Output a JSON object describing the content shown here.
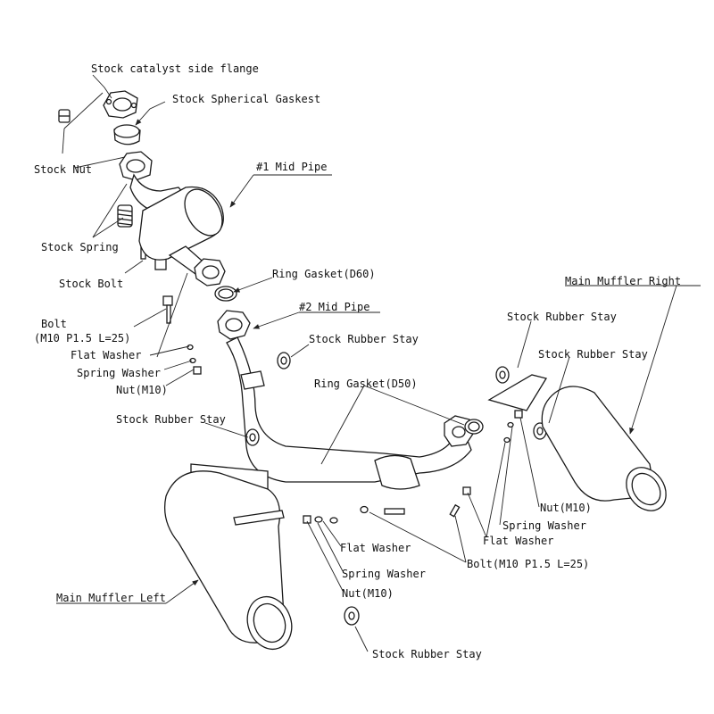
{
  "labels": {
    "catalyst_flange": "Stock catalyst side flange",
    "spherical_gasket": "Stock Spherical Gaskest",
    "stock_nut": "Stock Nut",
    "mid_pipe_1": "#1 Mid Pipe",
    "stock_spring": "Stock Spring",
    "stock_bolt": "Stock Bolt",
    "ring_gasket_d60": "Ring Gasket(D60)",
    "main_muffler_right": "Main Muffler Right",
    "bolt_left": "Bolt",
    "bolt_left_spec": "(M10 P1.5 L=25)",
    "mid_pipe_2": "#2 Mid Pipe",
    "rubber_stay_top_right": "Stock Rubber Stay",
    "rubber_stay_center": "Stock Rubber Stay",
    "flat_washer_left": "Flat Washer",
    "rubber_stay_right": "Stock Rubber Stay",
    "spring_washer_left": "Spring Washer",
    "nut_left": "Nut(M10)",
    "ring_gasket_d50": "Ring Gasket(D50)",
    "rubber_stay_left": "Stock Rubber Stay",
    "nut_right": "Nut(M10)",
    "spring_washer_right": "Spring Washer",
    "flat_washer_right": "Flat Washer",
    "flat_washer_bottom": "Flat Washer",
    "bolt_bottom": "Bolt(M10 P1.5 L=25)",
    "spring_washer_bottom": "Spring Washer",
    "nut_bottom": "Nut(M10)",
    "main_muffler_left": "Main Muffler Left",
    "rubber_stay_bottom": "Stock Rubber Stay"
  }
}
